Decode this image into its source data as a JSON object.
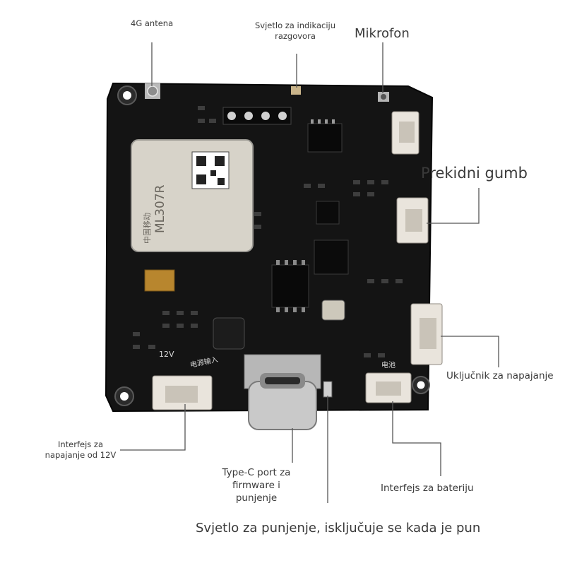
{
  "colors": {
    "board": "#141414",
    "board_edge": "#050505",
    "silkscreen": "#d8d8d8",
    "leader_line": "#555555",
    "connector": "#e9e4dc",
    "usb_metal": "#c9c9c9",
    "module_shield": "#d7d3c9",
    "tantalum": "#b8862e"
  },
  "callouts": {
    "antenna": "4G antena",
    "call_led": "Svjetlo za indikaciju\nrazgovora",
    "microphone": "Mikrofon",
    "break_button": "Prekidni gumb",
    "power_switch": "Uključnik za napajanje",
    "power_12v": "Interfejs za\nnapajanje od 12V",
    "type_c": "Type-C port za\nfirmware i\npunjenje",
    "battery": "Interfejs za bateriju",
    "charge_led": "Svjetlo za punjenje, isključuje se kada je pun"
  },
  "board": {
    "module_text": "ML307R",
    "module_brand": "中国移动",
    "silk_12v": "12V",
    "silk_power_in": "电源输入",
    "silk_battery": "电池"
  },
  "icons": {
    "antenna": "ufl-connector-icon",
    "led": "led-icon",
    "mic": "microphone-icon",
    "port": "jst-connector-icon",
    "usb": "usb-c-port-icon"
  }
}
